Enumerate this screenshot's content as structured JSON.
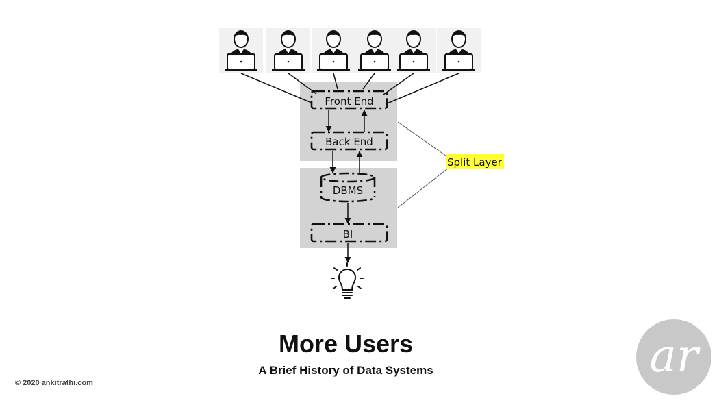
{
  "diagram": {
    "users": [
      "user",
      "user",
      "user",
      "user",
      "user",
      "user"
    ],
    "nodes": {
      "front_end": "Front End",
      "back_end": "Back End",
      "dbms": "DBMS",
      "bi": "BI"
    },
    "callout": "Split Layer",
    "colors": {
      "layer_fill": "#d3d3d3",
      "callout_highlight": "#ffff33",
      "logo_circle": "#c8c8c8"
    }
  },
  "footer": {
    "title": "More Users",
    "subtitle": "A Brief History of Data Systems",
    "copyright": "©  2020  ankitrathi.com",
    "logo_text": "ar"
  }
}
